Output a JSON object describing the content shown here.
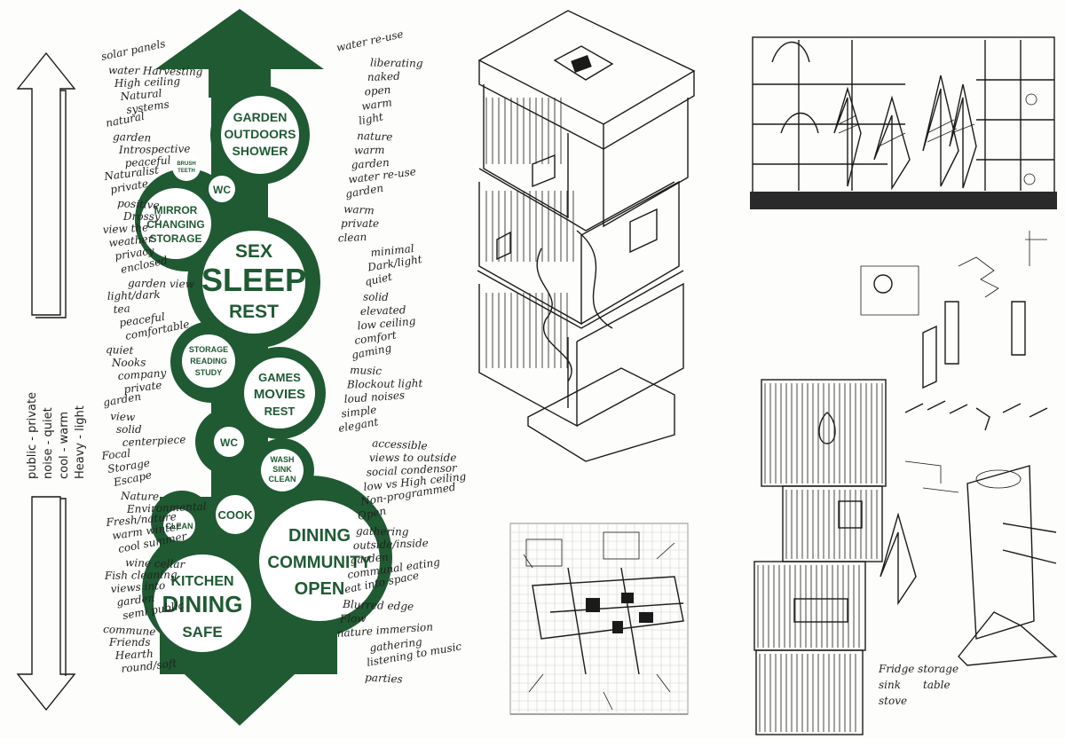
{
  "colors": {
    "accent": "#1f5a32",
    "ink": "#1a1a1a",
    "paper": "#fdfdfb"
  },
  "bubbles": {
    "garden": [
      "GARDEN",
      "OUTDOORS",
      "SHOWER"
    ],
    "brush": [
      "BRUSH",
      "TEETH"
    ],
    "wc1": "WC",
    "mirror": [
      "MIRROR",
      "CHANGING",
      "STORAGE"
    ],
    "sleep": [
      "SEX",
      "SLEEP",
      "REST"
    ],
    "storage": [
      "STORAGE",
      "READING",
      "STUDY"
    ],
    "games": [
      "GAMES",
      "MOVIES",
      "REST"
    ],
    "wc2": "WC",
    "wash": [
      "WASH",
      "SINK",
      "CLEAN"
    ],
    "cook": "COOK",
    "clean": "CLEAN",
    "dining": [
      "DINING",
      "COMMUNITY",
      "OPEN"
    ],
    "kitchen": [
      "KITCHEN",
      "DINING",
      "SAFE"
    ]
  },
  "scale": {
    "upper": "public - private",
    "row2": "noise - quiet",
    "row3": "cool - warm",
    "row4": "Heavy - light"
  },
  "notes": {
    "left": [
      "solar panels",
      "water Harvesting",
      "High ceiling",
      "Natural",
      "systems",
      "natural",
      "garden",
      "Introspective",
      "peaceful",
      "Naturalist",
      "private",
      "positive",
      "Drossy",
      "view the",
      "weather",
      "privacy",
      "enclosed",
      "garden view",
      "light/dark",
      "tea",
      "peaceful",
      "comfortable",
      "quiet",
      "Nooks",
      "company",
      "private",
      "garden",
      "view",
      "solid",
      "centerpiece",
      "Focal",
      "Storage",
      "Escape",
      "Nature",
      "Environmental",
      "Fresh/nature",
      "warm winter",
      "cool summer",
      "wine cellar",
      "Fish cleaning",
      "views into",
      "garden",
      "semi public",
      "commune",
      "Friends",
      "Hearth",
      "round/soft"
    ],
    "right": [
      "water re-use",
      "liberating",
      "naked",
      "open",
      "warm",
      "light",
      "nature",
      "warm",
      "garden",
      "water re-use",
      "garden",
      "warm",
      "private",
      "clean",
      "minimal",
      "Dark/light",
      "quiet",
      "solid",
      "elevated",
      "low ceiling",
      "comfort",
      "gaming",
      "music",
      "Blockout light",
      "loud noises",
      "simple",
      "elegant",
      "accessible",
      "views to outside",
      "social condensor",
      "low vs High ceiling",
      "Non-programmed",
      "Open",
      "gathering",
      "outside/inside",
      "garden",
      "communal eating",
      "eat into space",
      "Blurred edge",
      "Flow",
      "nature immersion",
      "gathering",
      "listening to music",
      "parties"
    ]
  },
  "sketch_notes": [
    "Fridge storage",
    "sink",
    "stove",
    "table"
  ]
}
